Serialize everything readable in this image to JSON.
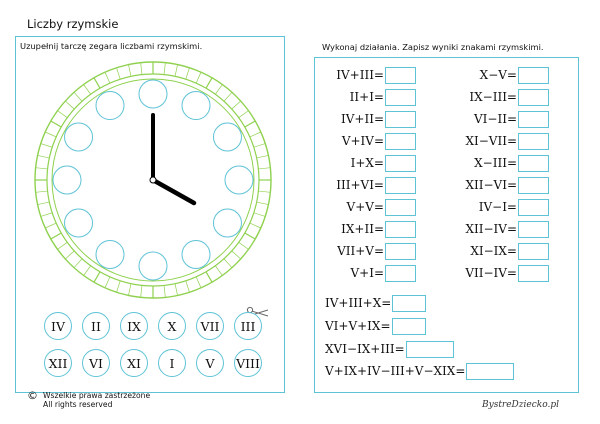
{
  "page": {
    "title": "Liczby rzymskie"
  },
  "left": {
    "instruction": "Uzupełnij tarczę zegara liczbami rzymskimi.",
    "tiles_row1": [
      "IV",
      "II",
      "IX",
      "X",
      "VII",
      "III"
    ],
    "tiles_row2": [
      "XII",
      "VI",
      "XI",
      "I",
      "V",
      "VIII"
    ]
  },
  "right": {
    "instruction": "Wykonaj działania. Zapisz wyniki znakami rzymskimi.",
    "col_left": [
      "IV+III=",
      "II+I=",
      "IV+II=",
      "V+IV=",
      "I+X=",
      "III+VI=",
      "V+V=",
      "IX+II=",
      "VII+V=",
      "V+I="
    ],
    "col_right": [
      "X−V=",
      "IX−III=",
      "VI−II=",
      "XI−VII=",
      "X−III=",
      "XII−VI=",
      "IV−I=",
      "XII−IV=",
      "XI−IX=",
      "VII−IV="
    ],
    "long": [
      "IV+III+X=",
      "VI+V+IX=",
      "XVI−IX+III=",
      "V+IX+IV−III+V−XIX="
    ]
  },
  "footer": {
    "copyright_symbol": "©",
    "line1": "Wszelkie prawa zastrzeżone",
    "line2": "All rights reserved",
    "brand": "BystreDziecko.pl"
  },
  "colors": {
    "accent": "#5fc3d6",
    "clock_ring": "#8fd14f",
    "hands": "#000000"
  },
  "clock": {
    "time_shown": "4:00",
    "icons": [
      "scissors-icon"
    ]
  }
}
